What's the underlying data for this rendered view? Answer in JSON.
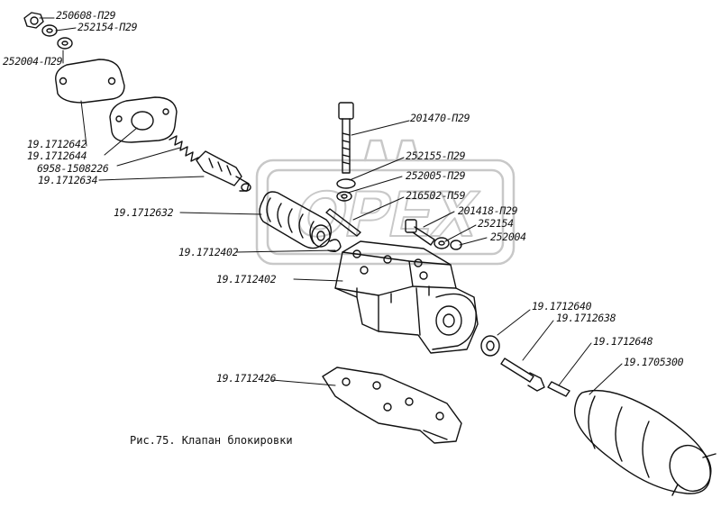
{
  "caption": "Рис.75. Клапан блокировки",
  "watermark": "OPEX",
  "colors": {
    "line": "#111111",
    "watermark": "#c8c8c8"
  },
  "labels": {
    "p250608": "250608-П29",
    "p252154a": "252154-П29",
    "p252004a": "252004-П29",
    "p1712642": "19.1712642",
    "p1712644": "19.1712644",
    "p6958": "6958-1508226",
    "p1712634": "19.1712634",
    "p201470": "201470-П29",
    "p252155": "252155-П29",
    "p252005": "252005-П29",
    "p216502": "216502-П59",
    "p201418": "201418-П29",
    "p252154b": "252154",
    "p252004b": "252004",
    "p1712632": "19.1712632",
    "p1712402a": "19.1712402",
    "p1712402b": "19.1712402",
    "p1712640": "19.1712640",
    "p1712638": "19.1712638",
    "p1712648": "19.1712648",
    "p1705300": "19.1705300",
    "p1712426": "19.1712426"
  }
}
